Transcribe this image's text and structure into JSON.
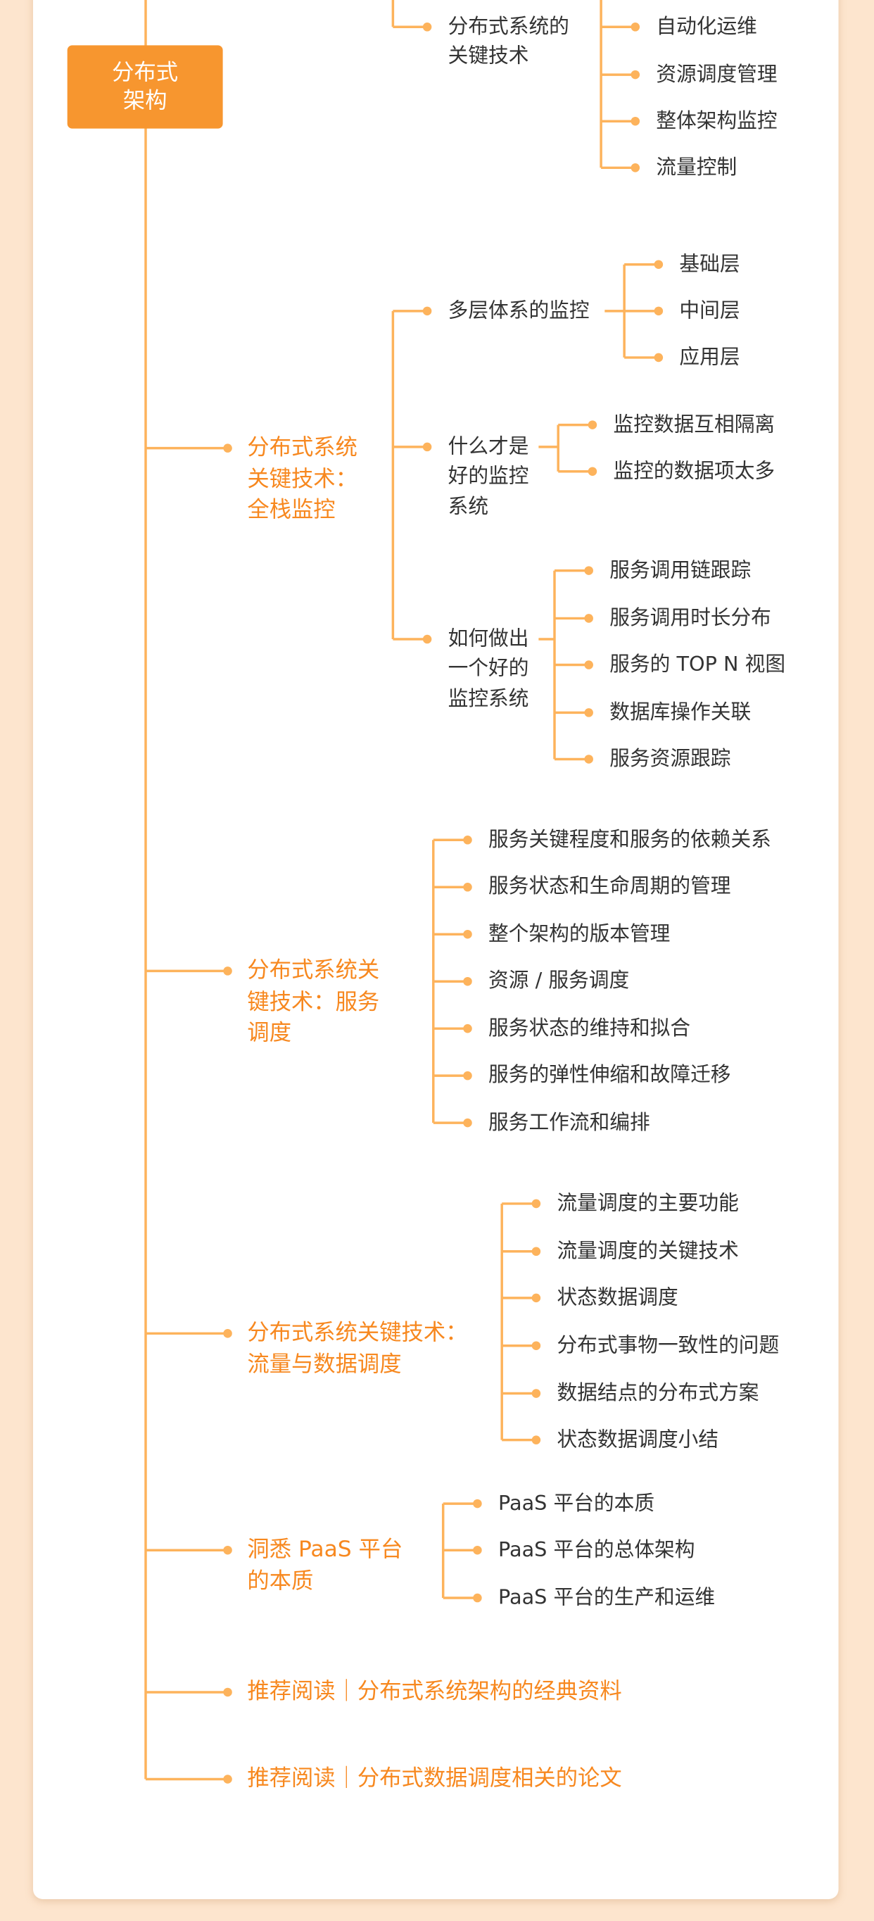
{
  "root": {
    "label_lines": [
      "分布式",
      "架构"
    ]
  },
  "colors": {
    "accent": "#F7962F",
    "line": "#FDB35C",
    "level1_text": "#F7881F",
    "text": "#333333",
    "background": "#FDE5CE"
  },
  "top_partial": {
    "label_lines": [
      "分布式系统的",
      "关键技术"
    ],
    "children": [
      "自动化运维",
      "资源调度管理",
      "整体架构监控",
      "流量控制"
    ]
  },
  "branches": [
    {
      "label_lines": [
        "分布式系统",
        "关键技术：",
        "全栈监控"
      ],
      "children": [
        {
          "label_lines": [
            "多层体系的监控"
          ],
          "children": [
            "基础层",
            "中间层",
            "应用层"
          ]
        },
        {
          "label_lines": [
            "什么才是",
            "好的监控",
            "系统"
          ],
          "children": [
            "监控数据互相隔离",
            "监控的数据项太多"
          ]
        },
        {
          "label_lines": [
            "如何做出",
            "一个好的",
            "监控系统"
          ],
          "children": [
            "服务调用链跟踪",
            "服务调用时长分布",
            "服务的 TOP N 视图",
            "数据库操作关联",
            "服务资源跟踪"
          ]
        }
      ]
    },
    {
      "label_lines": [
        "分布式系统关",
        "键技术：服务",
        "调度"
      ],
      "children": [
        "服务关键程度和服务的依赖关系",
        "服务状态和生命周期的管理",
        "整个架构的版本管理",
        "资源 / 服务调度",
        "服务状态的维持和拟合",
        "服务的弹性伸缩和故障迁移",
        "服务工作流和编排"
      ]
    },
    {
      "label_lines": [
        "分布式系统关键技术：",
        "流量与数据调度"
      ],
      "children": [
        "流量调度的主要功能",
        "流量调度的关键技术",
        "状态数据调度",
        "分布式事物一致性的问题",
        "数据结点的分布式方案",
        "状态数据调度小结"
      ]
    },
    {
      "label_lines": [
        "洞悉 PaaS 平台",
        "的本质"
      ],
      "children": [
        "PaaS 平台的本质",
        "PaaS 平台的总体架构",
        "PaaS 平台的生产和运维"
      ]
    },
    {
      "label_lines": [
        "推荐阅读｜分布式系统架构的经典资料"
      ],
      "children": []
    },
    {
      "label_lines": [
        "推荐阅读｜分布式数据调度相关的论文"
      ],
      "children": []
    }
  ]
}
